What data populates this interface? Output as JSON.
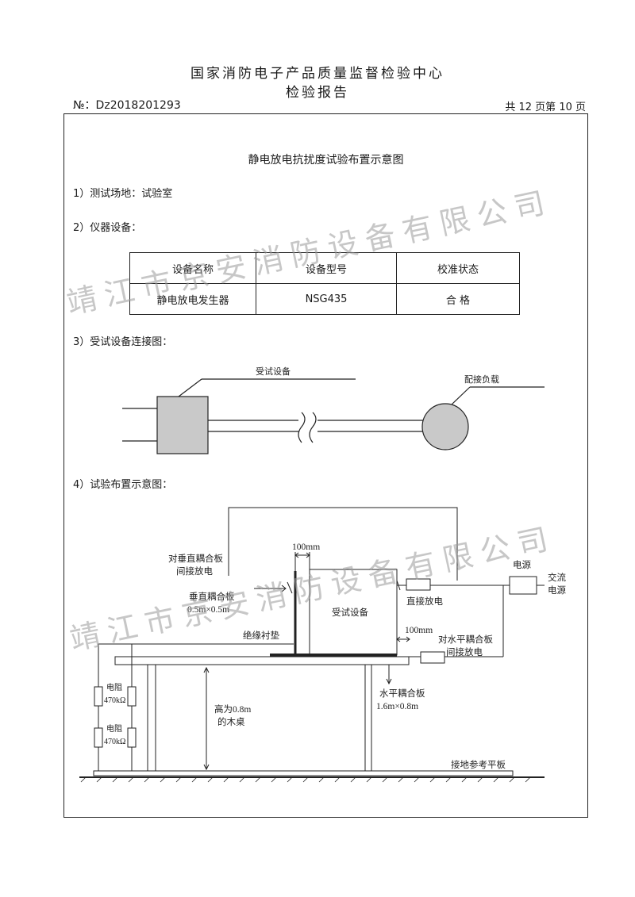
{
  "header": {
    "org": "国家消防电子产品质量监督检验中心",
    "report": "检验报告",
    "number": "№：Dz2018201293",
    "page": "共 12 页第 10 页"
  },
  "doc": {
    "title": "静电放电抗扰度试验布置示意图",
    "item1": "1）测试场地：试验室",
    "item2": "2）仪器设备：",
    "item3": "3）受试设备连接图：",
    "item4": "4）试验布置示意图："
  },
  "equipment": {
    "headers": [
      "设备名称",
      "设备型号",
      "校准状态"
    ],
    "rows": [
      [
        "静电放电发生器",
        "NSG435",
        "合 格"
      ]
    ]
  },
  "connection_diagram": {
    "eut_label": "受试设备",
    "load_label": "配接负载"
  },
  "layout_diagram": {
    "vcp_discharge": [
      "对垂直耦合板",
      "间接放电"
    ],
    "spacing_top": "100mm",
    "vcp": [
      "垂直耦合板",
      "0.5m×0.5m"
    ],
    "eut": "受试设备",
    "direct": "直接放电",
    "power": "电源",
    "ac_power": [
      "交流",
      "电源"
    ],
    "spacing_bottom": "100mm",
    "hcp_discharge": [
      "对水平耦合板",
      "间接放电"
    ],
    "insulation": "绝缘衬垫",
    "hcp": [
      "水平耦合板",
      "1.6m×0.8m"
    ],
    "table": [
      "高为0.8m",
      "的木桌"
    ],
    "resistor_1": [
      "电阻",
      "470kΩ"
    ],
    "resistor_2": [
      "电阻",
      "470kΩ"
    ],
    "ground_plane": "接地参考平板"
  },
  "watermark": {
    "text_1": "靖江市京安消防设备有限公司",
    "text_2": "靖江市京安消防设备有限公司"
  }
}
